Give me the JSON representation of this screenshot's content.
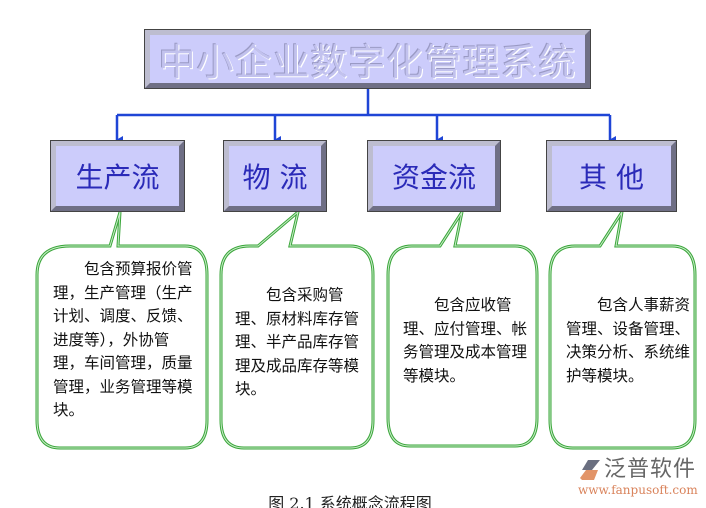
{
  "title": "中小企业数字化管理系统",
  "categories": [
    {
      "label": "生产流",
      "description": "　　包含预算报价管理，生产管理（生产计划、调度、反馈、进度等），外协管理，车间管理，质量管理，业务管理等模块。"
    },
    {
      "label": "物 流",
      "description": "　　包含采购管理、原材料库存管理、半产品库存管理及成品库存等模块。"
    },
    {
      "label": "资金流",
      "description": "　　包含应收管理、应付管理、帐务管理及成本管理等模块。"
    },
    {
      "label": "其 他",
      "description": "　　包含人事薪资管理、设备管理、决策分析、系统维护等模块。"
    }
  ],
  "logo": {
    "name": "泛普软件",
    "url": "www.fanpusoft.com"
  },
  "caption": "图 2.1 系统概念流程图",
  "colors": {
    "box_fill": "#ccccfb",
    "connector": "#1f45d6",
    "callout_border": "#3aa63a",
    "category_text": "#2a2ab8"
  }
}
